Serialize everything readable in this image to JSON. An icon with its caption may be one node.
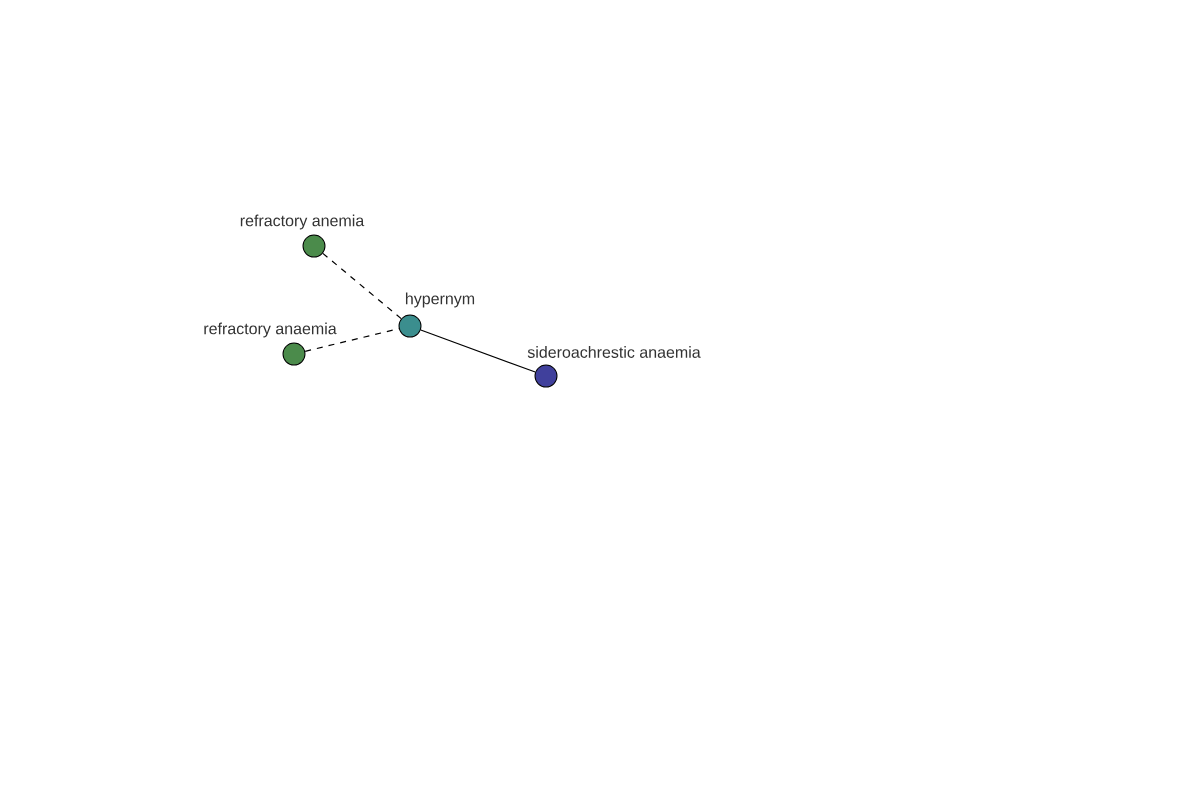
{
  "diagram": {
    "nodes": [
      {
        "text": [
          "refractory anemia"
        ]
      },
      {
        "text": [
          "hypernym"
        ]
      },
      {
        "text": [
          "refractory anaemia"
        ]
      },
      {
        "text": [
          "sideroachrestic anaemia"
        ]
      }
    ],
    "edges": [
      {
        "from": 0,
        "to": 1,
        "arrow": "none",
        "style": "dashed"
      },
      {
        "from": 2,
        "to": 1,
        "arrow": "none",
        "style": "dashed"
      },
      {
        "from": 1,
        "to": 3,
        "arrow": "none"
      }
    ]
  }
}
